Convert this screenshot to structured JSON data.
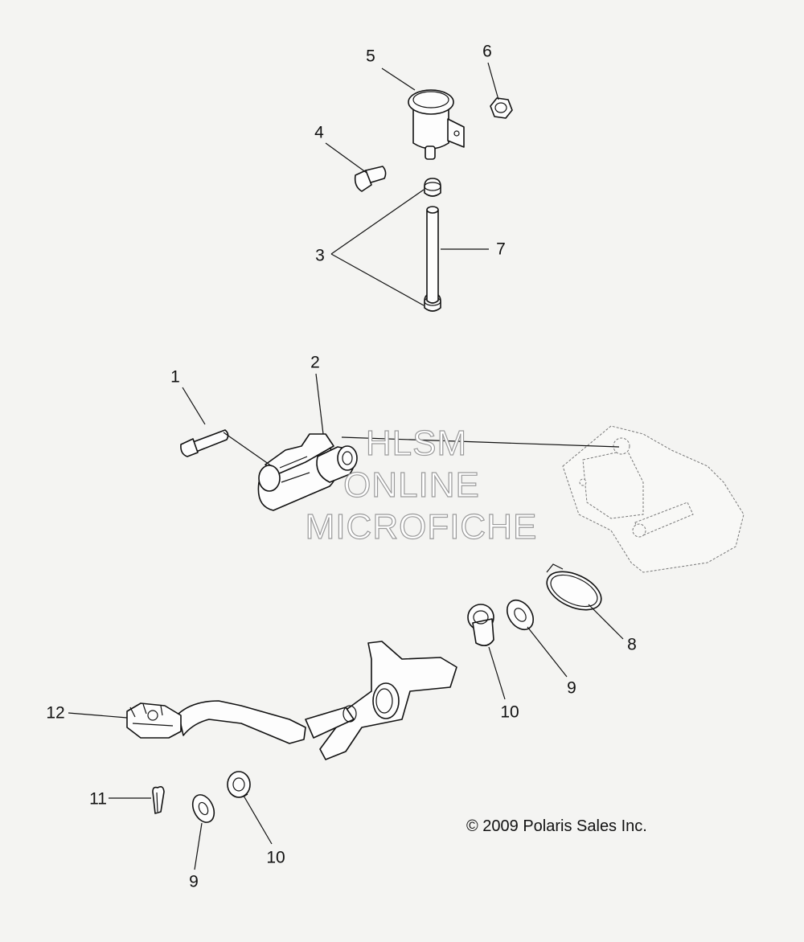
{
  "watermark": {
    "line1": "HLSM",
    "line2": "ONLINE",
    "line3": "MICROFICHE"
  },
  "copyright": "© 2009 Polaris Sales Inc.",
  "callouts": [
    {
      "id": "1",
      "label": "1"
    },
    {
      "id": "2",
      "label": "2"
    },
    {
      "id": "3",
      "label": "3"
    },
    {
      "id": "4",
      "label": "4"
    },
    {
      "id": "5",
      "label": "5"
    },
    {
      "id": "6",
      "label": "6"
    },
    {
      "id": "7",
      "label": "7"
    },
    {
      "id": "8",
      "label": "8"
    },
    {
      "id": "9a",
      "label": "9"
    },
    {
      "id": "9b",
      "label": "9"
    },
    {
      "id": "10a",
      "label": "10"
    },
    {
      "id": "10b",
      "label": "10"
    },
    {
      "id": "11",
      "label": "11"
    },
    {
      "id": "12",
      "label": "12"
    }
  ]
}
